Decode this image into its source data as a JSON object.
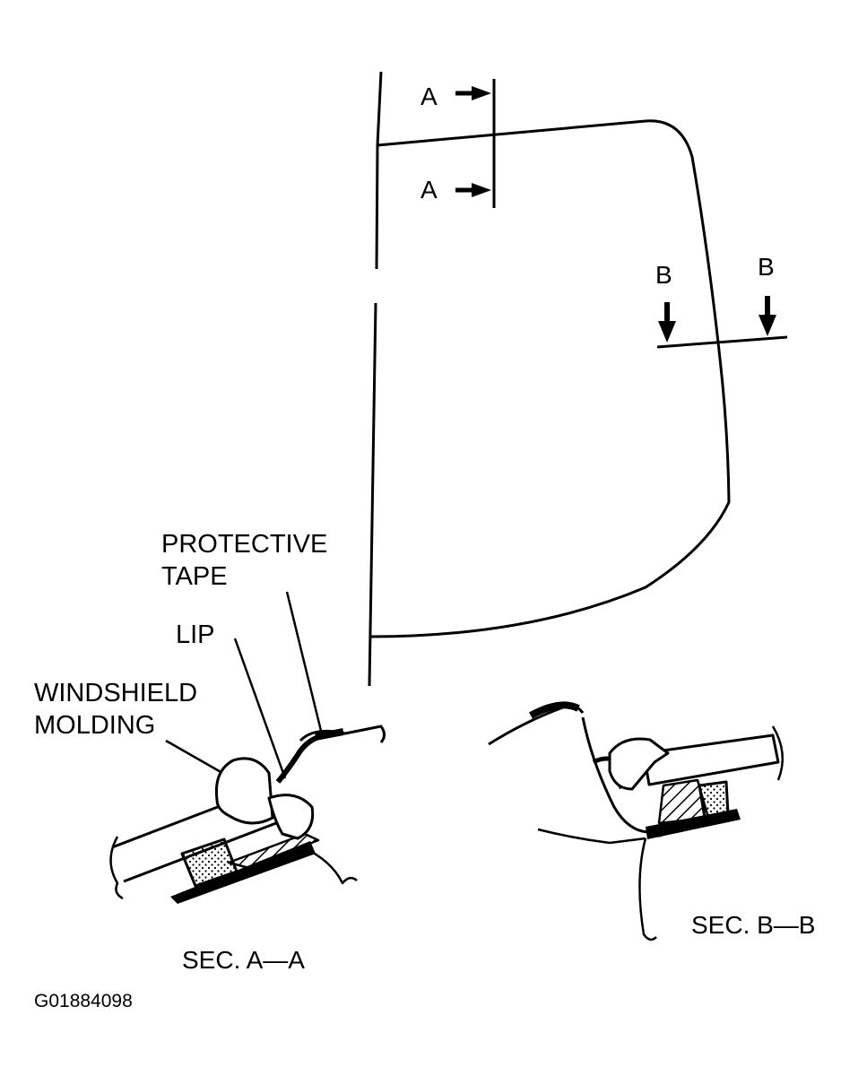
{
  "labels": {
    "protective_tape_line1": "PROTECTIVE",
    "protective_tape_line2": "TAPE",
    "lip": "LIP",
    "windshield_molding_line1": "WINDSHIELD",
    "windshield_molding_line2": "MOLDING",
    "section_a_caption": "SEC. A—A",
    "section_b_caption": "SEC. B—B",
    "figure_id": "G01884098"
  },
  "section_marks": {
    "a_top": "A",
    "a_bottom": "A",
    "b_left": "B",
    "b_right": "B"
  }
}
